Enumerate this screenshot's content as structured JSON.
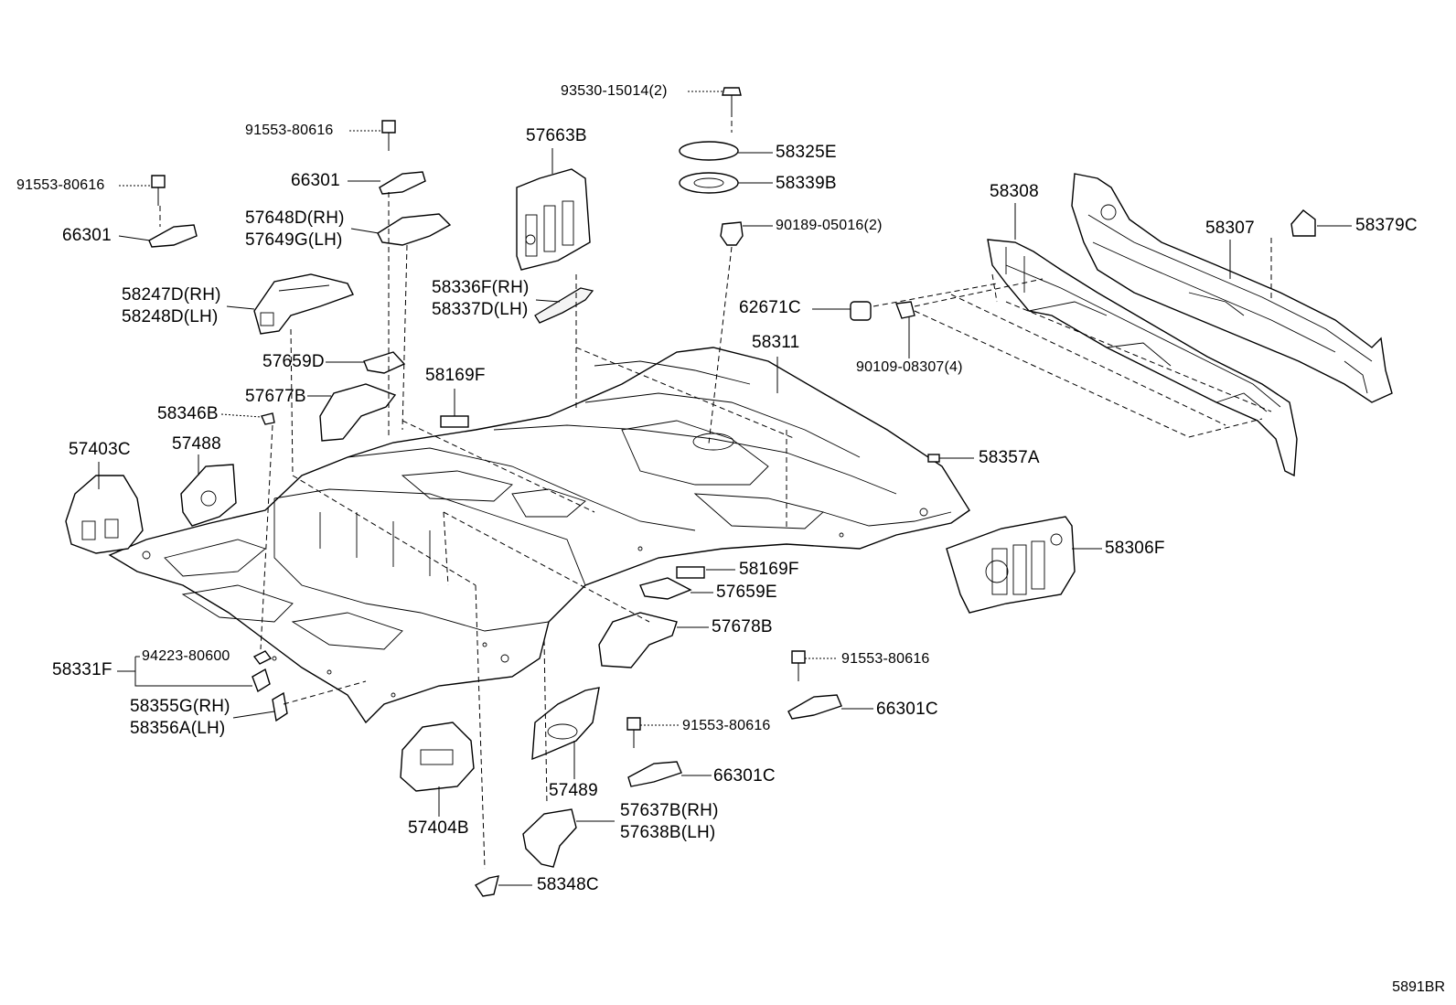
{
  "diagram_code": "5891BR",
  "labels": [
    {
      "id": "l1",
      "text": "93530-15014(2)",
      "small": true
    },
    {
      "id": "l2",
      "text": "91553-80616",
      "small": true
    },
    {
      "id": "l3",
      "text": "57663B"
    },
    {
      "id": "l4",
      "text": "58325E"
    },
    {
      "id": "l5",
      "text": "91553-80616",
      "small": true
    },
    {
      "id": "l6",
      "text": "66301"
    },
    {
      "id": "l7",
      "text": "58339B"
    },
    {
      "id": "l8",
      "text": "57648D(RH)"
    },
    {
      "id": "l9",
      "text": "57649G(LH)"
    },
    {
      "id": "l10",
      "text": "66301"
    },
    {
      "id": "l11",
      "text": "90189-05016(2)",
      "small": true
    },
    {
      "id": "l12",
      "text": "58308"
    },
    {
      "id": "l13",
      "text": "58307"
    },
    {
      "id": "l14",
      "text": "58379C"
    },
    {
      "id": "l15",
      "text": "58247D(RH)"
    },
    {
      "id": "l16",
      "text": "58248D(LH)"
    },
    {
      "id": "l17",
      "text": "58336F(RH)"
    },
    {
      "id": "l18",
      "text": "58337D(LH)"
    },
    {
      "id": "l19",
      "text": "62671C"
    },
    {
      "id": "l20",
      "text": "58311"
    },
    {
      "id": "l21",
      "text": "57659D"
    },
    {
      "id": "l22",
      "text": "90109-08307(4)",
      "small": true
    },
    {
      "id": "l23",
      "text": "58169F"
    },
    {
      "id": "l24",
      "text": "57677B"
    },
    {
      "id": "l25",
      "text": "58346B"
    },
    {
      "id": "l26",
      "text": "57403C"
    },
    {
      "id": "l27",
      "text": "57488"
    },
    {
      "id": "l28",
      "text": "58357A"
    },
    {
      "id": "l29",
      "text": "58306F"
    },
    {
      "id": "l30",
      "text": "58169F"
    },
    {
      "id": "l31",
      "text": "57659E"
    },
    {
      "id": "l32",
      "text": "57678B"
    },
    {
      "id": "l33",
      "text": "94223-80600",
      "small": true
    },
    {
      "id": "l34",
      "text": "58331F"
    },
    {
      "id": "l35",
      "text": "91553-80616",
      "small": true
    },
    {
      "id": "l36",
      "text": "58355G(RH)"
    },
    {
      "id": "l37",
      "text": "58356A(LH)"
    },
    {
      "id": "l38",
      "text": "66301C"
    },
    {
      "id": "l39",
      "text": "91553-80616",
      "small": true
    },
    {
      "id": "l40",
      "text": "66301C"
    },
    {
      "id": "l41",
      "text": "57489"
    },
    {
      "id": "l42",
      "text": "57404B"
    },
    {
      "id": "l43",
      "text": "57637B(RH)"
    },
    {
      "id": "l44",
      "text": "57638B(LH)"
    },
    {
      "id": "l45",
      "text": "58348C"
    }
  ]
}
